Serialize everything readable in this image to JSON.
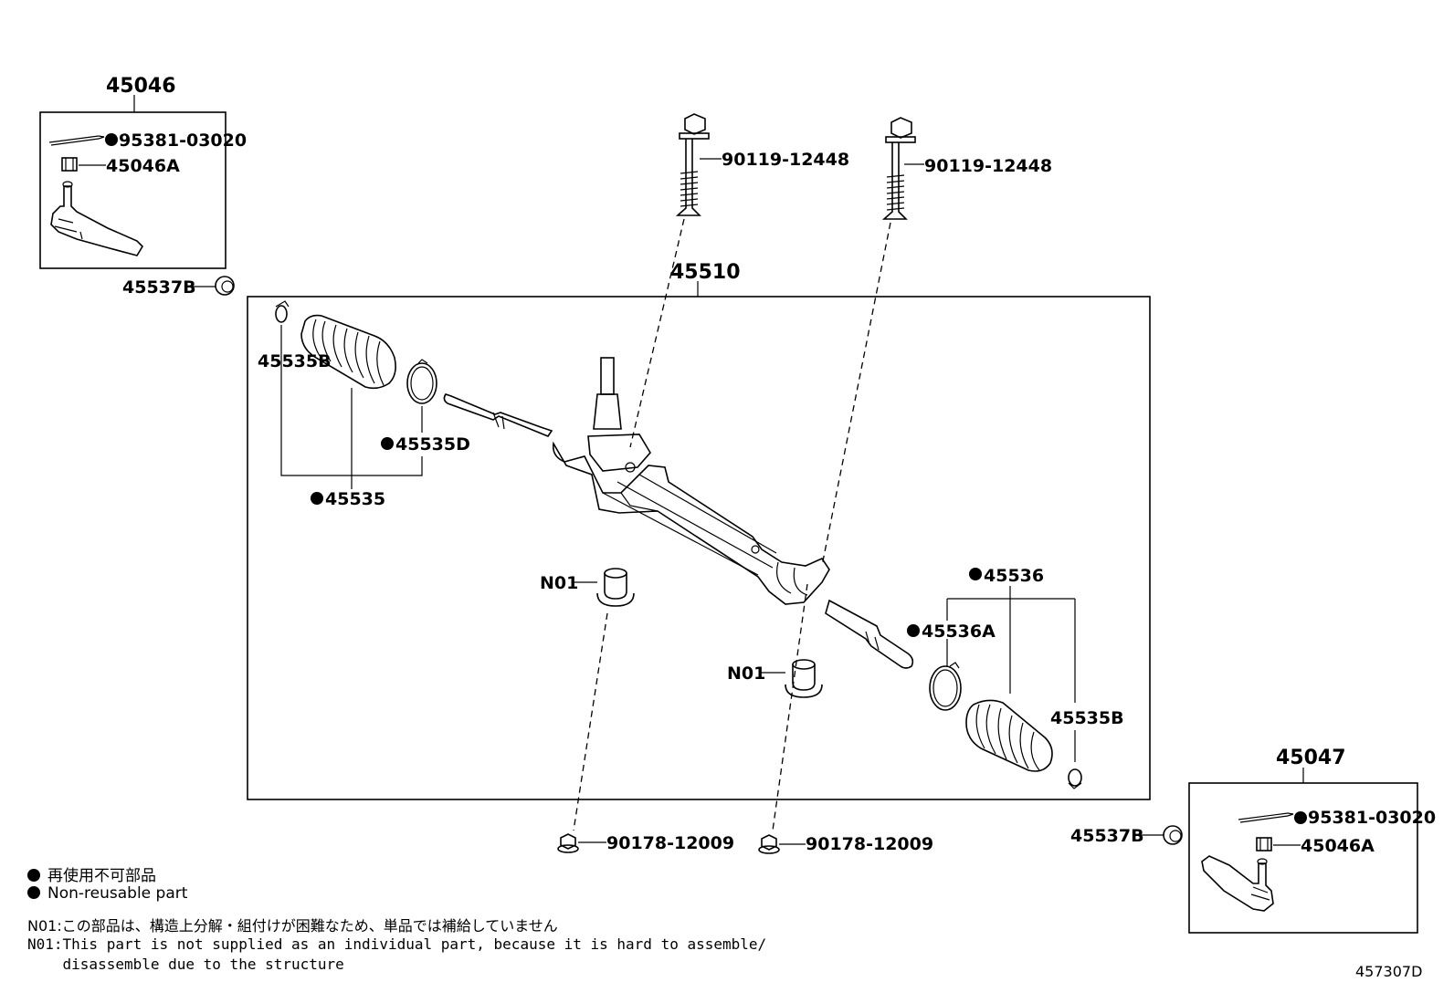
{
  "labels": {
    "tie_rod_end_left_assy": "45046",
    "cotter_pin_left": "95381-03020",
    "nut_left": "45046A",
    "bush_left": "45537B",
    "gear_assy": "45510",
    "bolt_a": "90119-12448",
    "bolt_b": "90119-12448",
    "clip_left": "45535B",
    "clamp_left": "45535D",
    "boot_left": "45535",
    "mount_a": "N01",
    "mount_b": "N01",
    "boot_right": "45536",
    "clamp_right": "45536A",
    "clip_right": "45535B",
    "tie_rod_end_right_assy": "45047",
    "cotter_pin_right": "95381-03020",
    "nut_right": "45046A",
    "bush_right": "45537B",
    "nut_a": "90178-12009",
    "nut_b": "90178-12009"
  },
  "legend": {
    "line_ja": "再使用不可部品",
    "line_en": "Non-reusable part"
  },
  "notes": {
    "ja": "N01:この部品は、構造上分解・組付けが困難なため、単品では補給していません",
    "en_1": "N01:This part is not supplied as an individual part, because it is hard to assemble/",
    "en_2": "    disassemble due to the structure"
  },
  "diagram_code": "457307D"
}
